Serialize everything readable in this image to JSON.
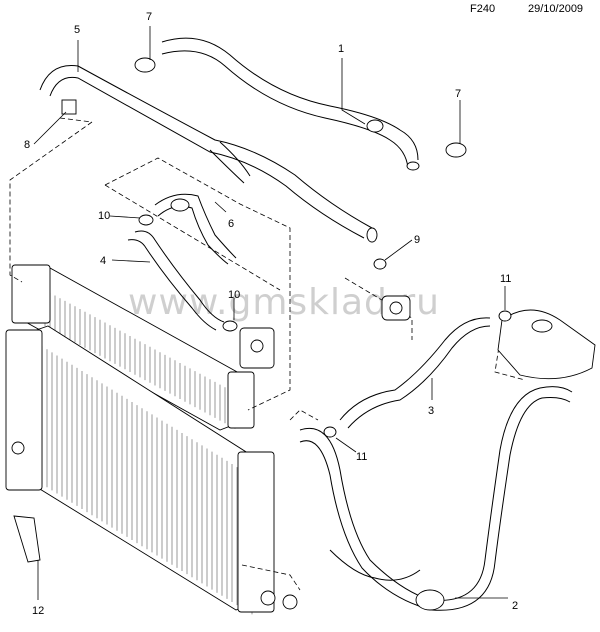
{
  "header": {
    "code": "F240",
    "date": "29/10/2009"
  },
  "watermark": "www.gmsklad.ru",
  "callouts": {
    "c1": "1",
    "c2": "2",
    "c3": "3",
    "c4": "4",
    "c5": "5",
    "c6": "6",
    "c7a": "7",
    "c7b": "7",
    "c8": "8",
    "c9": "9",
    "c10a": "10",
    "c10b": "10",
    "c11a": "11",
    "c11b": "11",
    "c12": "12"
  }
}
